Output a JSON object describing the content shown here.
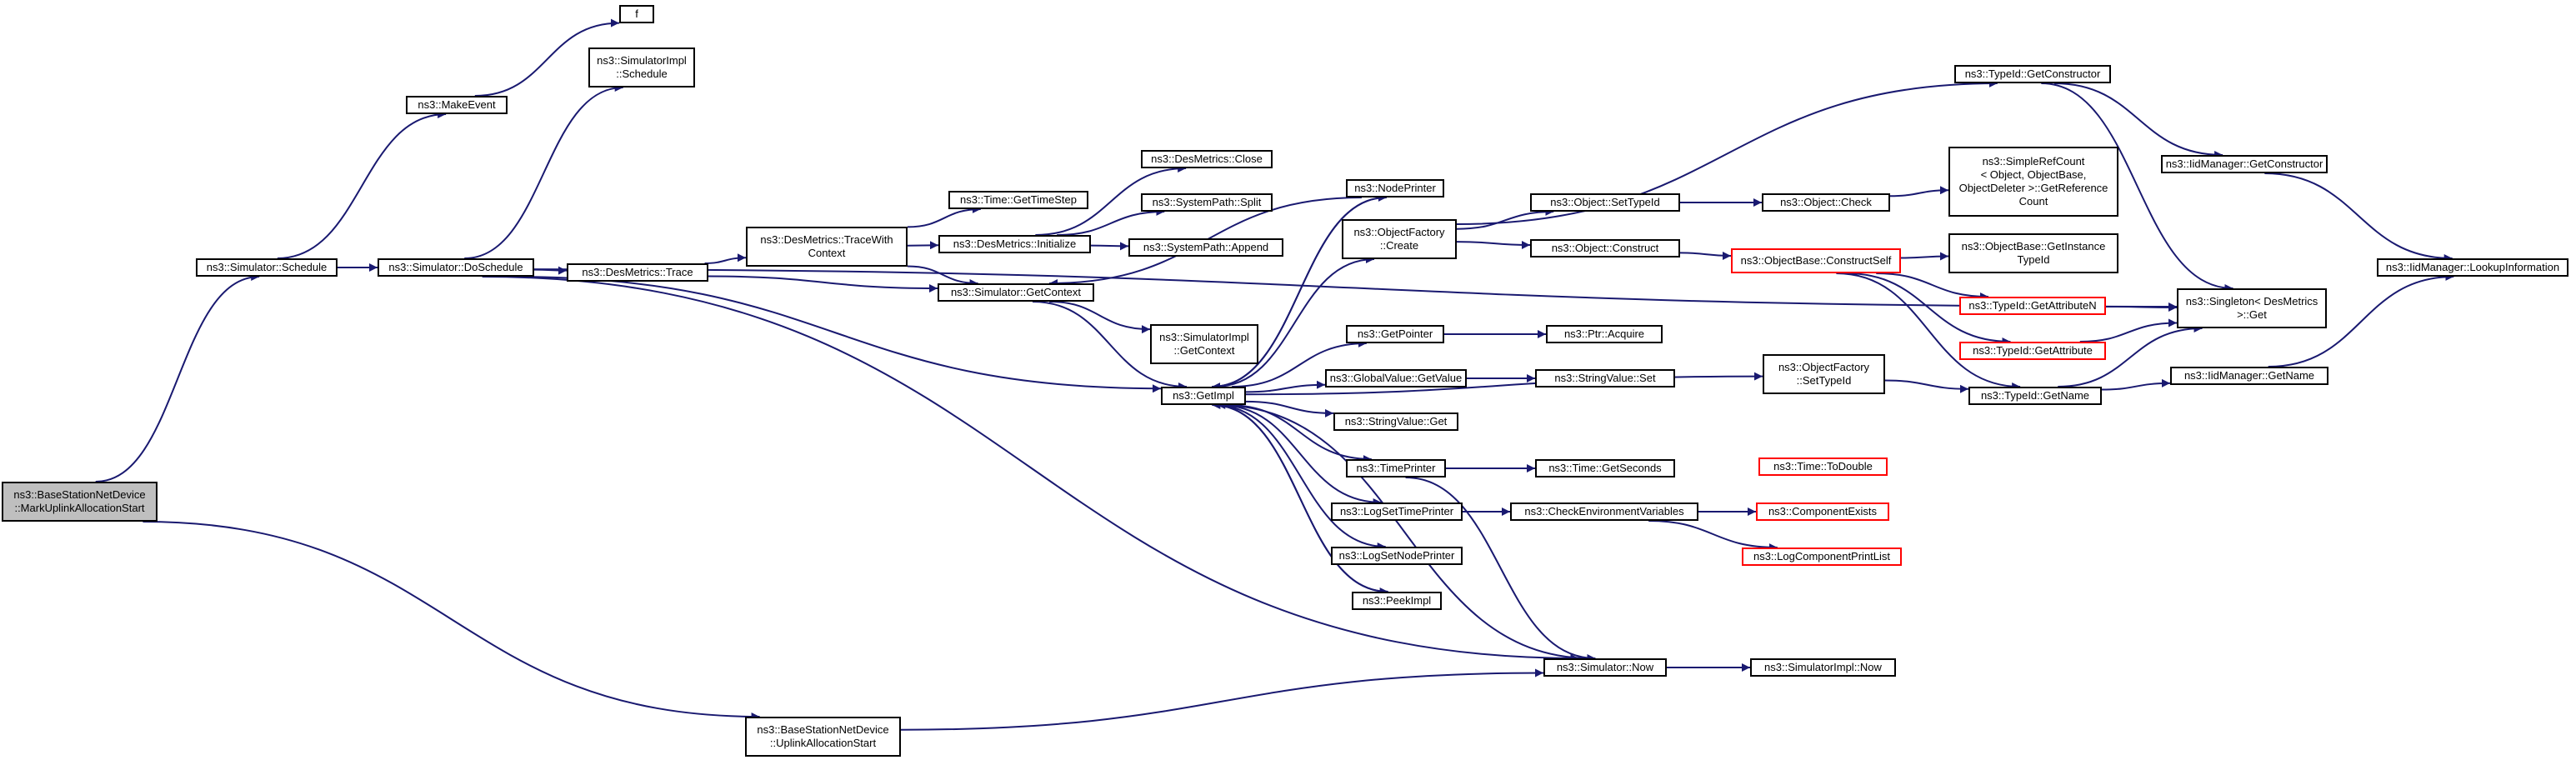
{
  "graph": {
    "colors": {
      "edge": "#191970",
      "node_border": "#000000",
      "node_border_undocumented": "#ff0000",
      "root_fill": "#bfbfbf",
      "background": "#ffffff"
    },
    "nodes": [
      {
        "id": "root",
        "label": "ns3::BaseStationNetDevice\n::MarkUplinkAllocationStart",
        "style": "root"
      },
      {
        "id": "schedule",
        "label": "ns3::Simulator::Schedule"
      },
      {
        "id": "makeevent",
        "label": "ns3::MakeEvent"
      },
      {
        "id": "f",
        "label": "f"
      },
      {
        "id": "doschedule",
        "label": "ns3::Simulator::DoSchedule"
      },
      {
        "id": "implschedule",
        "label": "ns3::SimulatorImpl\n::Schedule"
      },
      {
        "id": "destrace",
        "label": "ns3::DesMetrics::Trace"
      },
      {
        "id": "tracewith",
        "label": "ns3::DesMetrics::TraceWith\nContext"
      },
      {
        "id": "gettimestep",
        "label": "ns3::Time::GetTimeStep"
      },
      {
        "id": "desinit",
        "label": "ns3::DesMetrics::Initialize"
      },
      {
        "id": "desclose",
        "label": "ns3::DesMetrics::Close"
      },
      {
        "id": "split",
        "label": "ns3::SystemPath::Split"
      },
      {
        "id": "append",
        "label": "ns3::SystemPath::Append"
      },
      {
        "id": "simgetctx",
        "label": "ns3::Simulator::GetContext"
      },
      {
        "id": "implgetctx",
        "label": "ns3::SimulatorImpl\n::GetContext"
      },
      {
        "id": "getimpl",
        "label": "ns3::GetImpl"
      },
      {
        "id": "nodeprinter",
        "label": "ns3::NodePrinter"
      },
      {
        "id": "ofcreate",
        "label": "ns3::ObjectFactory\n::Create"
      },
      {
        "id": "getpointer",
        "label": "ns3::GetPointer"
      },
      {
        "id": "gvgetvalue",
        "label": "ns3::GlobalValue::GetValue"
      },
      {
        "id": "svget",
        "label": "ns3::StringValue::Get"
      },
      {
        "id": "timeprinter",
        "label": "ns3::TimePrinter"
      },
      {
        "id": "logsettime",
        "label": "ns3::LogSetTimePrinter"
      },
      {
        "id": "logsetnode",
        "label": "ns3::LogSetNodePrinter"
      },
      {
        "id": "peekimpl",
        "label": "ns3::PeekImpl"
      },
      {
        "id": "ptracquire",
        "label": "ns3::Ptr::Acquire"
      },
      {
        "id": "svset",
        "label": "ns3::StringValue::Set"
      },
      {
        "id": "gettimesec",
        "label": "ns3::Time::GetSeconds"
      },
      {
        "id": "checkenv",
        "label": "ns3::CheckEnvironmentVariables"
      },
      {
        "id": "simnow",
        "label": "ns3::Simulator::Now"
      },
      {
        "id": "implnow",
        "label": "ns3::SimulatorImpl::Now"
      },
      {
        "id": "uplinkstart",
        "label": "ns3::BaseStationNetDevice\n::UplinkAllocationStart"
      },
      {
        "id": "settypeid",
        "label": "ns3::Object::SetTypeId"
      },
      {
        "id": "objconstruct",
        "label": "ns3::Object::Construct"
      },
      {
        "id": "objcheck",
        "label": "ns3::Object::Check"
      },
      {
        "id": "refcount",
        "label": "ns3::SimpleRefCount\n< Object, ObjectBase,\nObjectDeleter >::GetReference\nCount"
      },
      {
        "id": "getinstancetid",
        "label": "ns3::ObjectBase::GetInstance\nTypeId"
      },
      {
        "id": "constructself",
        "label": "ns3::ObjectBase::ConstructSelf",
        "style": "red"
      },
      {
        "id": "getattrn",
        "label": "ns3::TypeId::GetAttributeN",
        "style": "red"
      },
      {
        "id": "getattr",
        "label": "ns3::TypeId::GetAttribute",
        "style": "red"
      },
      {
        "id": "ofsettypeid",
        "label": "ns3::ObjectFactory\n::SetTypeId"
      },
      {
        "id": "getname",
        "label": "ns3::TypeId::GetName"
      },
      {
        "id": "todouble",
        "label": "ns3::Time::ToDouble",
        "style": "red"
      },
      {
        "id": "compexists",
        "label": "ns3::ComponentExists",
        "style": "red"
      },
      {
        "id": "logcomplist",
        "label": "ns3::LogComponentPrintList",
        "style": "red"
      },
      {
        "id": "getconstructor",
        "label": "ns3::TypeId::GetConstructor"
      },
      {
        "id": "iidgetconstructor",
        "label": "ns3::IidManager::GetConstructor"
      },
      {
        "id": "singletonget",
        "label": "ns3::Singleton< DesMetrics\n>::Get"
      },
      {
        "id": "iidgetname",
        "label": "ns3::IidManager::GetName"
      },
      {
        "id": "lookupinfo",
        "label": "ns3::IidManager::LookupInformation"
      }
    ]
  }
}
